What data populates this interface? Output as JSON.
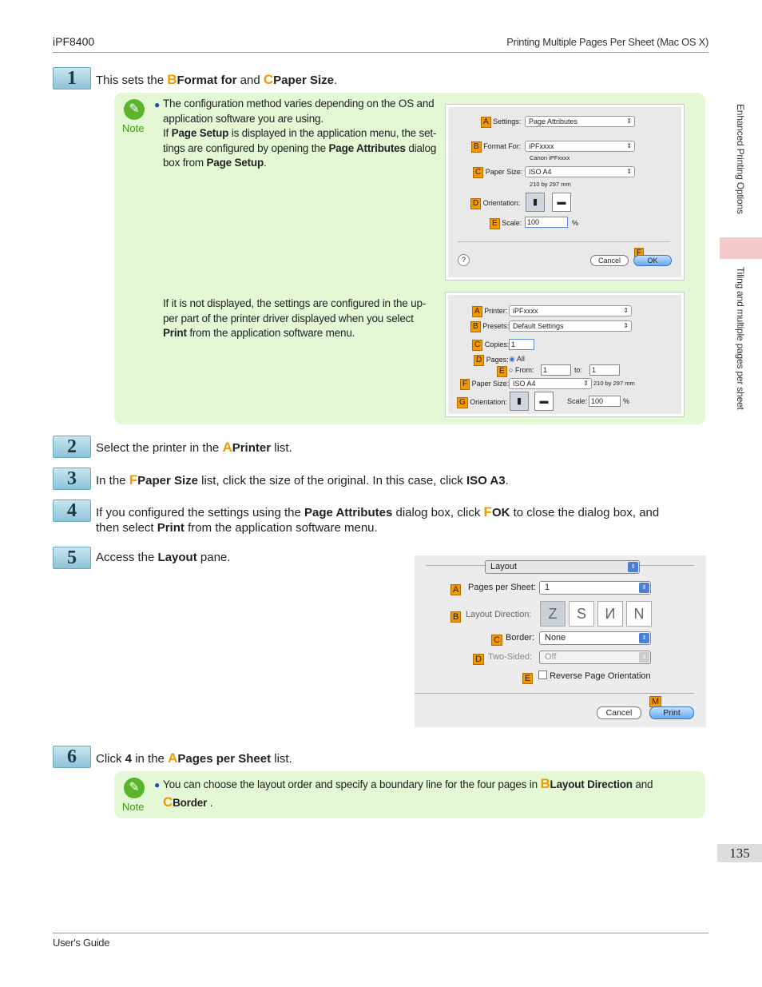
{
  "header": {
    "left": "iPF8400",
    "right": "Printing Multiple Pages Per Sheet (Mac OS X)"
  },
  "footer": {
    "left": "User's Guide",
    "page": "135"
  },
  "sidebar": {
    "section1": "Enhanced Printing Options",
    "section2": "Tiling and multiple pages per sheet"
  },
  "steps": {
    "s1": {
      "num": "1",
      "pre": "This sets the",
      "lB": "B",
      "b1": "Format for",
      "mid": "and",
      "lC": "C",
      "b2": "Paper Size",
      "end": "."
    },
    "s2": {
      "num": "2",
      "pre": "Select the printer in the",
      "lA": "A",
      "b1": "Printer",
      "end": "list."
    },
    "s3": {
      "num": "3",
      "pre": "In the",
      "lF": "F",
      "b1": "Paper Size",
      "mid": "list, click the size of the original. In this case, click",
      "b2": "ISO A3",
      "end": "."
    },
    "s4": {
      "num": "4",
      "pre": "If you configured the settings using the",
      "b1": "Page Attributes",
      "mid": "dialog box, click",
      "lF": "F",
      "b2": "OK",
      "mid2": "to close the dialog box, and",
      "line2pre": "then select",
      "b3": "Print",
      "line2end": "from the application software menu."
    },
    "s5": {
      "num": "5",
      "pre": "Access the",
      "b1": "Layout",
      "end": "pane."
    },
    "s6": {
      "num": "6",
      "pre": "Click",
      "b1": "4",
      "mid": "in the",
      "lA": "A",
      "b2": "Pages per Sheet",
      "end": "list."
    }
  },
  "note1": {
    "label": "Note",
    "p1_l1": "The configuration method varies depending on the OS and",
    "p1_l2": "application software you are using.",
    "p1_l3a": "If",
    "p1_l3b": "Page Setup",
    "p1_l3c": "is displayed in the application menu, the set-",
    "p1_l4a": "tings are configured by opening the",
    "p1_l4b": "Page Attributes",
    "p1_l4c": "dialog",
    "p1_l5a": "box from",
    "p1_l5b": "Page Setup",
    "p1_l5c": ".",
    "p2_l1": "If it is not displayed, the settings are configured in the up-",
    "p2_l2": "per part of the printer driver displayed when you select",
    "p2_l3a": "Print",
    "p2_l3b": "from the application software menu."
  },
  "note2": {
    "label": "Note",
    "l1a": "You can choose the layout order and specify a boundary line for the four pages in",
    "lB": "B",
    "l1b": "Layout Direction",
    "l1c": "and",
    "lC": "C",
    "l2b": "Border",
    "l2c": "."
  },
  "dialog_page_attributes": {
    "tags": [
      "A",
      "B",
      "C",
      "D",
      "E",
      "F"
    ],
    "settings_label": "Settings:",
    "settings_value": "Page Attributes",
    "format_label": "Format For:",
    "format_value": "iPFxxxx",
    "format_sub": "Canon iPFxxxx",
    "paper_label": "Paper Size:",
    "paper_value": "ISO A4",
    "paper_sub": "210 by 297 mm",
    "orient_label": "Orientation:",
    "scale_label": "Scale:",
    "scale_value": "100",
    "scale_unit": "%",
    "help": "?",
    "cancel": "Cancel",
    "ok": "OK"
  },
  "dialog_print": {
    "tags": [
      "A",
      "B",
      "C",
      "D",
      "E",
      "F",
      "G"
    ],
    "printer_label": "Printer:",
    "printer_value": "iPFxxxx",
    "presets_label": "Presets:",
    "presets_value": "Default Settings",
    "copies_label": "Copies:",
    "copies_value": "1",
    "pages_label": "Pages:",
    "pages_all": "All",
    "from_label": "From:",
    "from_value": "1",
    "to_label": "to:",
    "to_value": "1",
    "paper_label": "Paper Size:",
    "paper_value": "ISO A4",
    "paper_sub": "210 by 297 mm",
    "orient_label": "Orientation:",
    "scale_label": "Scale:",
    "scale_value": "100",
    "scale_unit": "%"
  },
  "dialog_layout": {
    "tags": [
      "A",
      "B",
      "C",
      "D",
      "E",
      "M"
    ],
    "pane": "Layout",
    "pps_label": "Pages per Sheet:",
    "pps_value": "1",
    "dir_label": "Layout Direction:",
    "border_label": "Border:",
    "border_value": "None",
    "twosided_label": "Two-Sided:",
    "twosided_value": "Off",
    "reverse_label": "Reverse Page Orientation",
    "cancel": "Cancel",
    "print": "Print"
  }
}
